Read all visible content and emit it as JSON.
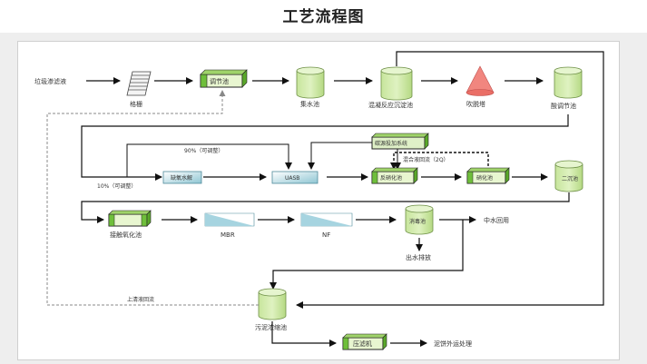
{
  "title": "工艺流程图",
  "nodes": {
    "input": "垃圾渗滤液",
    "screen": "格栅",
    "reg_tank": "调节池",
    "collect_tank": "集水池",
    "coag_tank": "混凝反应沉淀池",
    "strip_tower": "吹脱塔",
    "acid_tank": "酸调节池",
    "hydrolysis": "缺氧水解",
    "uasb": "UASB",
    "dosing": "碳源投加系统",
    "denit": "反硝化池",
    "nit": "硝化池",
    "sec_clar": "二沉池",
    "contact_ox": "接触氧化池",
    "mbr": "MBR",
    "nf": "NF",
    "disinfect": "消毒池",
    "reuse": "中水回用",
    "discharge": "出水排放",
    "sludge_tank": "污泥浓缩池",
    "filter_press": "压滤机",
    "cake": "泥饼外运处理"
  },
  "flows": {
    "split90": "90%（可调整）",
    "split10": "10%（可调整）",
    "reflux": "混合液回流（2Q）",
    "supernatant": "上清液回流"
  }
}
